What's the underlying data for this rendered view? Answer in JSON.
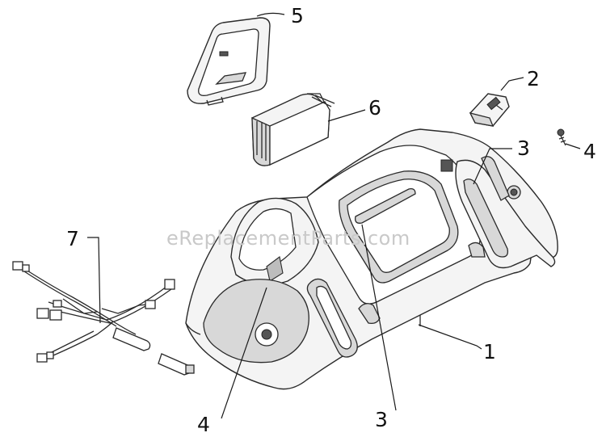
{
  "watermark": "eReplacementParts.com",
  "callouts": {
    "c1": "1",
    "c2": "2",
    "c3a": "3",
    "c3b": "3",
    "c4a": "4",
    "c4b": "4",
    "c5": "5",
    "c6": "6",
    "c7": "7"
  }
}
